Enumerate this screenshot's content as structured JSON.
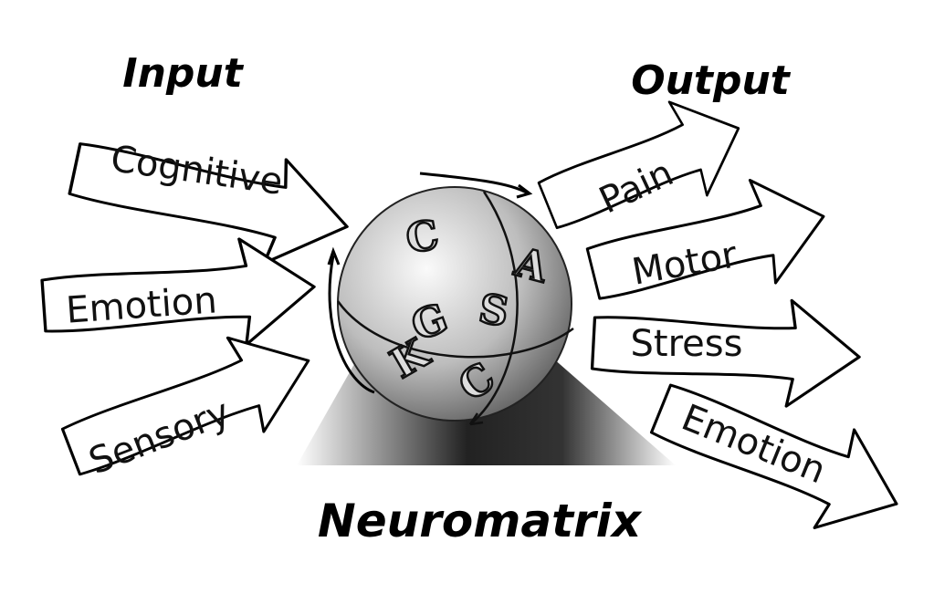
{
  "headers": {
    "input": "Input",
    "output": "Output"
  },
  "title": "Neuromatrix",
  "inputs": [
    {
      "label": "Cognitive"
    },
    {
      "label": "Emotion"
    },
    {
      "label": "Sensory"
    }
  ],
  "outputs": [
    {
      "label": "Pain"
    },
    {
      "label": "Motor"
    },
    {
      "label": "Stress"
    },
    {
      "label": "Emotion"
    }
  ],
  "sphere_glyphs": [
    "C",
    "A",
    "S",
    "G",
    "K",
    "C"
  ]
}
